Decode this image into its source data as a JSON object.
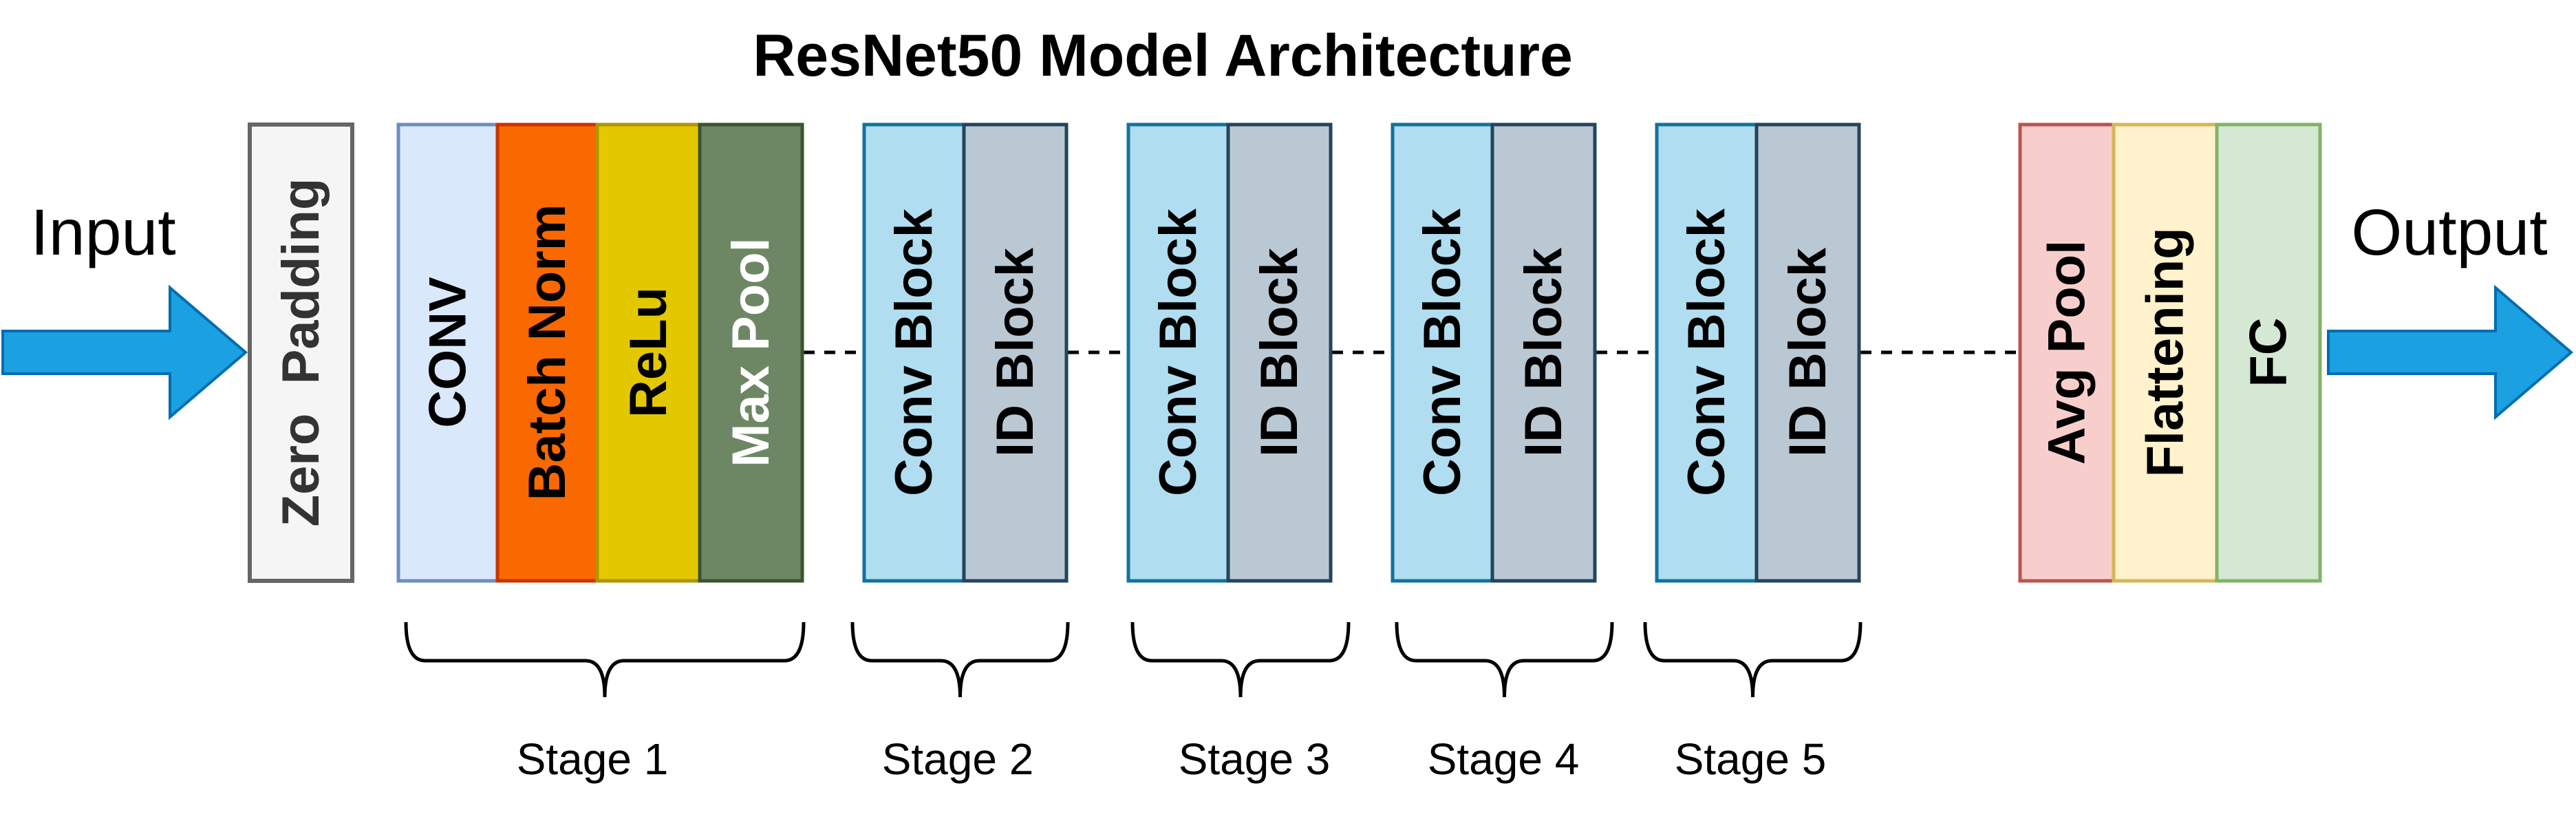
{
  "title": "ResNet50 Model Architecture",
  "input_label": "Input",
  "output_label": "Output",
  "zero_padding": {
    "label": "Zero  Padding",
    "fill": "#f5f5f5",
    "stroke": "#666666",
    "text": "#333333"
  },
  "stage1_blocks": [
    {
      "label": "CONV",
      "fill": "#dae8fc",
      "stroke": "#6c8ebf",
      "text": "#000000"
    },
    {
      "label": "Batch Norm",
      "fill": "#fa6800",
      "stroke": "#c73500",
      "text": "#000000"
    },
    {
      "label": "ReLu",
      "fill": "#e3c800",
      "stroke": "#b09500",
      "text": "#000000"
    },
    {
      "label": "Max Pool",
      "fill": "#6d8764",
      "stroke": "#3a5431",
      "text": "#ffffff"
    }
  ],
  "stage_groups": [
    {
      "conv": "Conv Block",
      "id": "ID Block"
    },
    {
      "conv": "Conv Block",
      "id": "ID Block"
    },
    {
      "conv": "Conv Block",
      "id": "ID Block"
    },
    {
      "conv": "Conv Block",
      "id": "ID Block"
    }
  ],
  "group_colors": {
    "conv_fill": "#b1ddf0",
    "conv_stroke": "#10739e",
    "id_fill": "#bac8d3",
    "id_stroke": "#23445d"
  },
  "head_blocks": [
    {
      "label": "Avg Pool",
      "fill": "#f8cecc",
      "stroke": "#b85450",
      "text": "#000000"
    },
    {
      "label": "Flattening",
      "fill": "#fff2cc",
      "stroke": "#d6b656",
      "text": "#000000"
    },
    {
      "label": "FC",
      "fill": "#d5e8d4",
      "stroke": "#82b366",
      "text": "#000000"
    }
  ],
  "stages": [
    "Stage 1",
    "Stage 2",
    "Stage 3",
    "Stage 4",
    "Stage 5"
  ],
  "arrow_color": "#1ba1e2",
  "arrow_stroke": "#006eaf"
}
